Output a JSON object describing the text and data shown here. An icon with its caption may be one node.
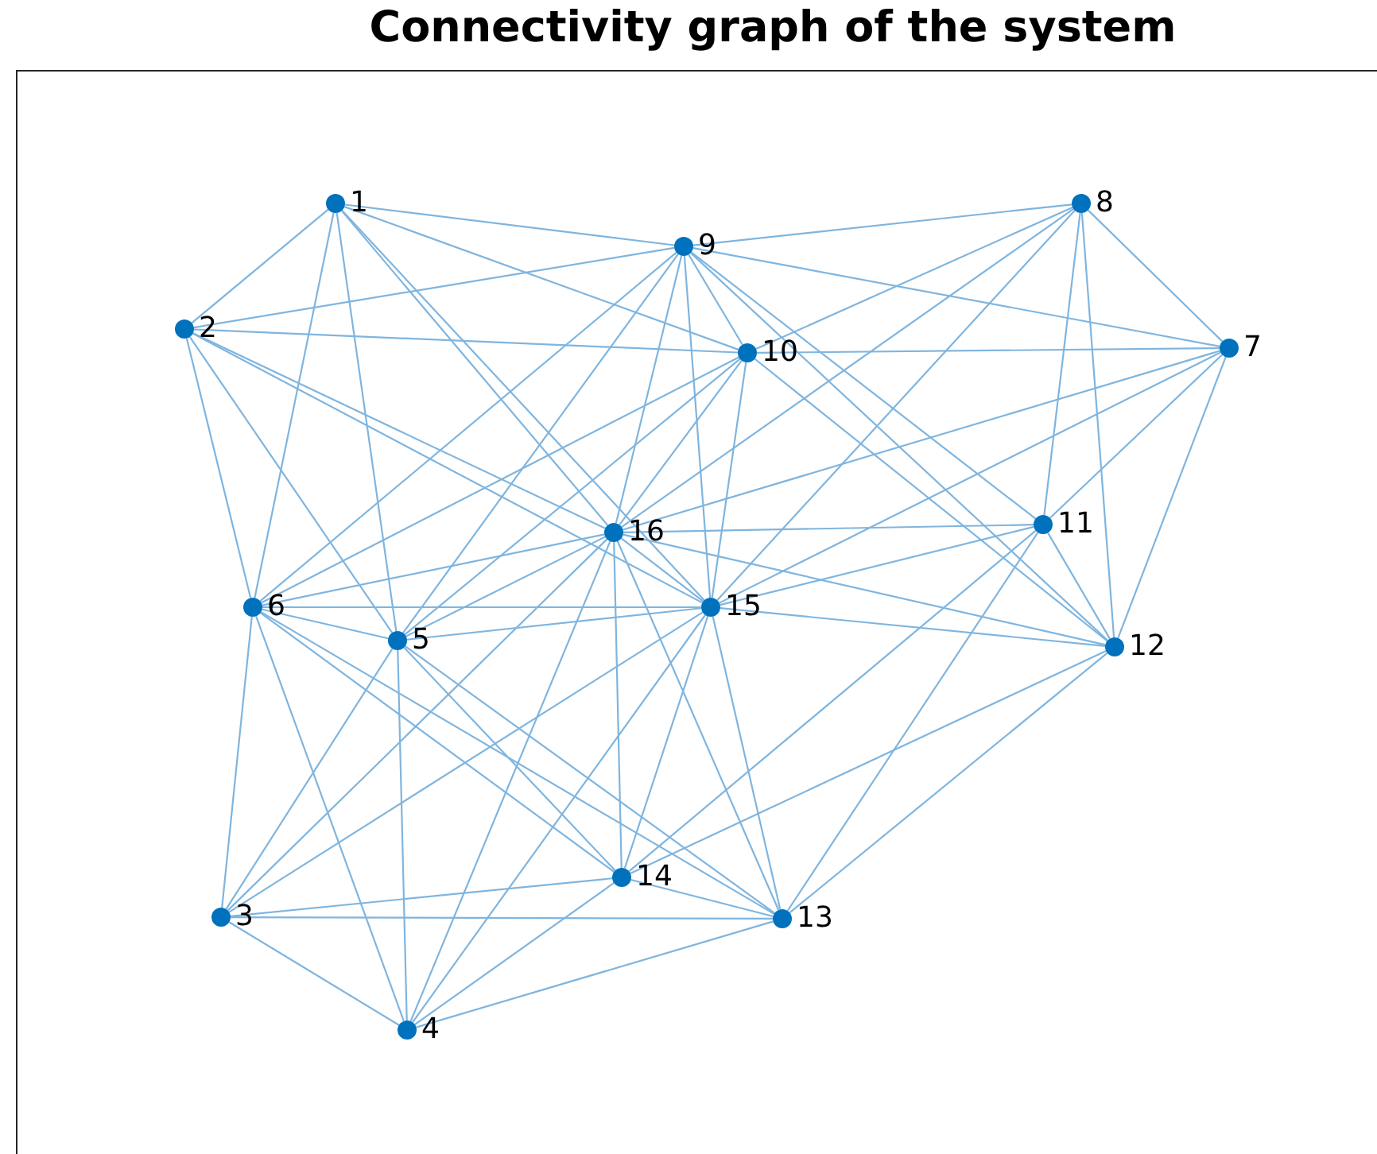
{
  "diagram": {
    "title": "Connectivity graph of the system",
    "nodes": [
      {
        "text": [
          "1"
        ]
      },
      {
        "text": [
          "2"
        ]
      },
      {
        "text": [
          "3"
        ]
      },
      {
        "text": [
          "4"
        ]
      },
      {
        "text": [
          "5"
        ]
      },
      {
        "text": [
          "6"
        ]
      },
      {
        "text": [
          "7"
        ]
      },
      {
        "text": [
          "8"
        ]
      },
      {
        "text": [
          "9"
        ]
      },
      {
        "text": [
          "10"
        ]
      },
      {
        "text": [
          "11"
        ]
      },
      {
        "text": [
          "12"
        ]
      },
      {
        "text": [
          "13"
        ]
      },
      {
        "text": [
          "14"
        ]
      },
      {
        "text": [
          "15"
        ]
      },
      {
        "text": [
          "16"
        ]
      }
    ],
    "edges": [
      {
        "from": 0,
        "to": 1,
        "arrow": "none"
      },
      {
        "from": 0,
        "to": 4,
        "arrow": "none"
      },
      {
        "from": 0,
        "to": 5,
        "arrow": "none"
      },
      {
        "from": 0,
        "to": 8,
        "arrow": "none"
      },
      {
        "from": 0,
        "to": 9,
        "arrow": "none"
      },
      {
        "from": 0,
        "to": 14,
        "arrow": "none"
      },
      {
        "from": 0,
        "to": 15,
        "arrow": "none"
      },
      {
        "from": 1,
        "to": 4,
        "arrow": "none"
      },
      {
        "from": 1,
        "to": 5,
        "arrow": "none"
      },
      {
        "from": 1,
        "to": 8,
        "arrow": "none"
      },
      {
        "from": 1,
        "to": 9,
        "arrow": "none"
      },
      {
        "from": 1,
        "to": 14,
        "arrow": "none"
      },
      {
        "from": 1,
        "to": 15,
        "arrow": "none"
      },
      {
        "from": 2,
        "to": 3,
        "arrow": "none"
      },
      {
        "from": 2,
        "to": 4,
        "arrow": "none"
      },
      {
        "from": 2,
        "to": 5,
        "arrow": "none"
      },
      {
        "from": 2,
        "to": 12,
        "arrow": "none"
      },
      {
        "from": 2,
        "to": 13,
        "arrow": "none"
      },
      {
        "from": 2,
        "to": 14,
        "arrow": "none"
      },
      {
        "from": 2,
        "to": 15,
        "arrow": "none"
      },
      {
        "from": 3,
        "to": 4,
        "arrow": "none"
      },
      {
        "from": 3,
        "to": 5,
        "arrow": "none"
      },
      {
        "from": 3,
        "to": 12,
        "arrow": "none"
      },
      {
        "from": 3,
        "to": 13,
        "arrow": "none"
      },
      {
        "from": 3,
        "to": 14,
        "arrow": "none"
      },
      {
        "from": 3,
        "to": 15,
        "arrow": "none"
      },
      {
        "from": 4,
        "to": 5,
        "arrow": "none"
      },
      {
        "from": 4,
        "to": 8,
        "arrow": "none"
      },
      {
        "from": 4,
        "to": 9,
        "arrow": "none"
      },
      {
        "from": 4,
        "to": 12,
        "arrow": "none"
      },
      {
        "from": 4,
        "to": 13,
        "arrow": "none"
      },
      {
        "from": 4,
        "to": 14,
        "arrow": "none"
      },
      {
        "from": 4,
        "to": 15,
        "arrow": "none"
      },
      {
        "from": 5,
        "to": 8,
        "arrow": "none"
      },
      {
        "from": 5,
        "to": 9,
        "arrow": "none"
      },
      {
        "from": 5,
        "to": 12,
        "arrow": "none"
      },
      {
        "from": 5,
        "to": 13,
        "arrow": "none"
      },
      {
        "from": 5,
        "to": 14,
        "arrow": "none"
      },
      {
        "from": 5,
        "to": 15,
        "arrow": "none"
      },
      {
        "from": 6,
        "to": 7,
        "arrow": "none"
      },
      {
        "from": 6,
        "to": 8,
        "arrow": "none"
      },
      {
        "from": 6,
        "to": 9,
        "arrow": "none"
      },
      {
        "from": 6,
        "to": 10,
        "arrow": "none"
      },
      {
        "from": 6,
        "to": 11,
        "arrow": "none"
      },
      {
        "from": 6,
        "to": 14,
        "arrow": "none"
      },
      {
        "from": 6,
        "to": 15,
        "arrow": "none"
      },
      {
        "from": 7,
        "to": 8,
        "arrow": "none"
      },
      {
        "from": 7,
        "to": 9,
        "arrow": "none"
      },
      {
        "from": 7,
        "to": 10,
        "arrow": "none"
      },
      {
        "from": 7,
        "to": 11,
        "arrow": "none"
      },
      {
        "from": 7,
        "to": 14,
        "arrow": "none"
      },
      {
        "from": 7,
        "to": 15,
        "arrow": "none"
      },
      {
        "from": 8,
        "to": 9,
        "arrow": "none"
      },
      {
        "from": 8,
        "to": 10,
        "arrow": "none"
      },
      {
        "from": 8,
        "to": 11,
        "arrow": "none"
      },
      {
        "from": 8,
        "to": 14,
        "arrow": "none"
      },
      {
        "from": 8,
        "to": 15,
        "arrow": "none"
      },
      {
        "from": 9,
        "to": 11,
        "arrow": "none"
      },
      {
        "from": 9,
        "to": 14,
        "arrow": "none"
      },
      {
        "from": 9,
        "to": 15,
        "arrow": "none"
      },
      {
        "from": 10,
        "to": 11,
        "arrow": "none"
      },
      {
        "from": 10,
        "to": 12,
        "arrow": "none"
      },
      {
        "from": 10,
        "to": 13,
        "arrow": "none"
      },
      {
        "from": 10,
        "to": 14,
        "arrow": "none"
      },
      {
        "from": 10,
        "to": 15,
        "arrow": "none"
      },
      {
        "from": 11,
        "to": 12,
        "arrow": "none"
      },
      {
        "from": 11,
        "to": 13,
        "arrow": "none"
      },
      {
        "from": 11,
        "to": 14,
        "arrow": "none"
      },
      {
        "from": 11,
        "to": 15,
        "arrow": "none"
      },
      {
        "from": 12,
        "to": 13,
        "arrow": "none"
      },
      {
        "from": 12,
        "to": 14,
        "arrow": "none"
      },
      {
        "from": 12,
        "to": 15,
        "arrow": "none"
      },
      {
        "from": 13,
        "to": 14,
        "arrow": "none"
      },
      {
        "from": 13,
        "to": 15,
        "arrow": "none"
      },
      {
        "from": 14,
        "to": 15,
        "arrow": "none"
      }
    ]
  }
}
